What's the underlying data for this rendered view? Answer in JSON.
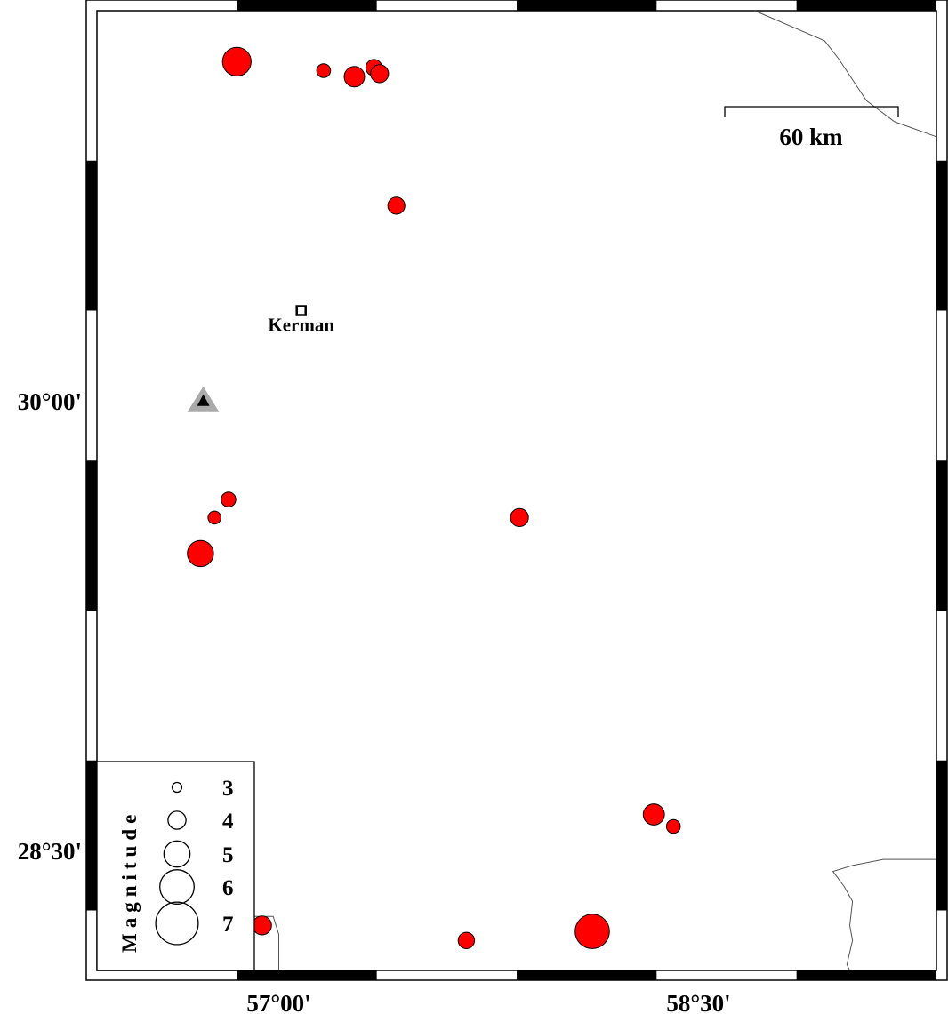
{
  "map": {
    "lon_range": [
      56.35,
      59.35
    ],
    "lat_range": [
      28.1,
      31.3
    ],
    "colors": {
      "frame": "#000000",
      "event_fill": "#ff0000",
      "event_stroke": "#000000",
      "station_outer": "#aaaaaa",
      "station_inner": "#000000",
      "coastline": "#555555"
    },
    "axis": {
      "lon_labels": [
        {
          "lon": 57.0,
          "text": "57°00'"
        },
        {
          "lon": 58.5,
          "text": "58°30'"
        }
      ],
      "lat_labels": [
        {
          "lat": 30.0,
          "text": "30°00'"
        },
        {
          "lat": 28.5,
          "text": "28°30'"
        }
      ]
    },
    "city": {
      "name": "Kerman",
      "lon": 57.08,
      "lat": 30.3,
      "icon": "square-marker-icon"
    },
    "station": {
      "lon": 56.73,
      "lat": 30.0,
      "icon": "triangle-station-icon"
    },
    "scale_bar": {
      "label": "60 km"
    },
    "legend": {
      "title": "Magnitude",
      "entries": [
        {
          "magnitude": 3,
          "label": "3"
        },
        {
          "magnitude": 4,
          "label": "4"
        },
        {
          "magnitude": 5,
          "label": "5"
        },
        {
          "magnitude": 6,
          "label": "6"
        },
        {
          "magnitude": 7,
          "label": "7"
        }
      ]
    },
    "events": [
      {
        "lon": 56.85,
        "lat": 31.13,
        "mag": 5.3
      },
      {
        "lon": 57.16,
        "lat": 31.1,
        "mag": 3.5
      },
      {
        "lon": 57.27,
        "lat": 31.08,
        "mag": 4.3
      },
      {
        "lon": 57.34,
        "lat": 31.11,
        "mag": 3.8
      },
      {
        "lon": 57.36,
        "lat": 31.09,
        "mag": 4.0
      },
      {
        "lon": 57.42,
        "lat": 30.65,
        "mag": 3.9
      },
      {
        "lon": 56.82,
        "lat": 29.67,
        "mag": 3.6
      },
      {
        "lon": 56.77,
        "lat": 29.61,
        "mag": 3.4
      },
      {
        "lon": 56.72,
        "lat": 29.49,
        "mag": 5.0
      },
      {
        "lon": 57.86,
        "lat": 29.61,
        "mag": 4.0
      },
      {
        "lon": 58.34,
        "lat": 28.62,
        "mag": 4.4
      },
      {
        "lon": 58.41,
        "lat": 28.58,
        "mag": 3.5
      },
      {
        "lon": 56.94,
        "lat": 28.25,
        "mag": 4.1
      },
      {
        "lon": 57.67,
        "lat": 28.2,
        "mag": 3.8
      },
      {
        "lon": 58.12,
        "lat": 28.23,
        "mag": 6.0
      }
    ],
    "coastlines": [
      [
        [
          58.7,
          31.3
        ],
        [
          58.95,
          31.2
        ],
        [
          59.0,
          31.14
        ],
        [
          59.05,
          31.07
        ],
        [
          59.1,
          31.0
        ],
        [
          59.2,
          30.93
        ],
        [
          59.35,
          30.88
        ]
      ],
      [
        [
          59.35,
          28.47
        ],
        [
          59.16,
          28.47
        ],
        [
          59.05,
          28.45
        ],
        [
          58.98,
          28.43
        ],
        [
          59.02,
          28.38
        ],
        [
          59.05,
          28.33
        ],
        [
          59.04,
          28.25
        ],
        [
          59.05,
          28.2
        ],
        [
          59.03,
          28.12
        ],
        [
          59.04,
          28.1
        ]
      ],
      [
        [
          56.86,
          28.28
        ],
        [
          56.98,
          28.28
        ],
        [
          57.0,
          28.22
        ],
        [
          57.0,
          28.1
        ]
      ]
    ]
  }
}
